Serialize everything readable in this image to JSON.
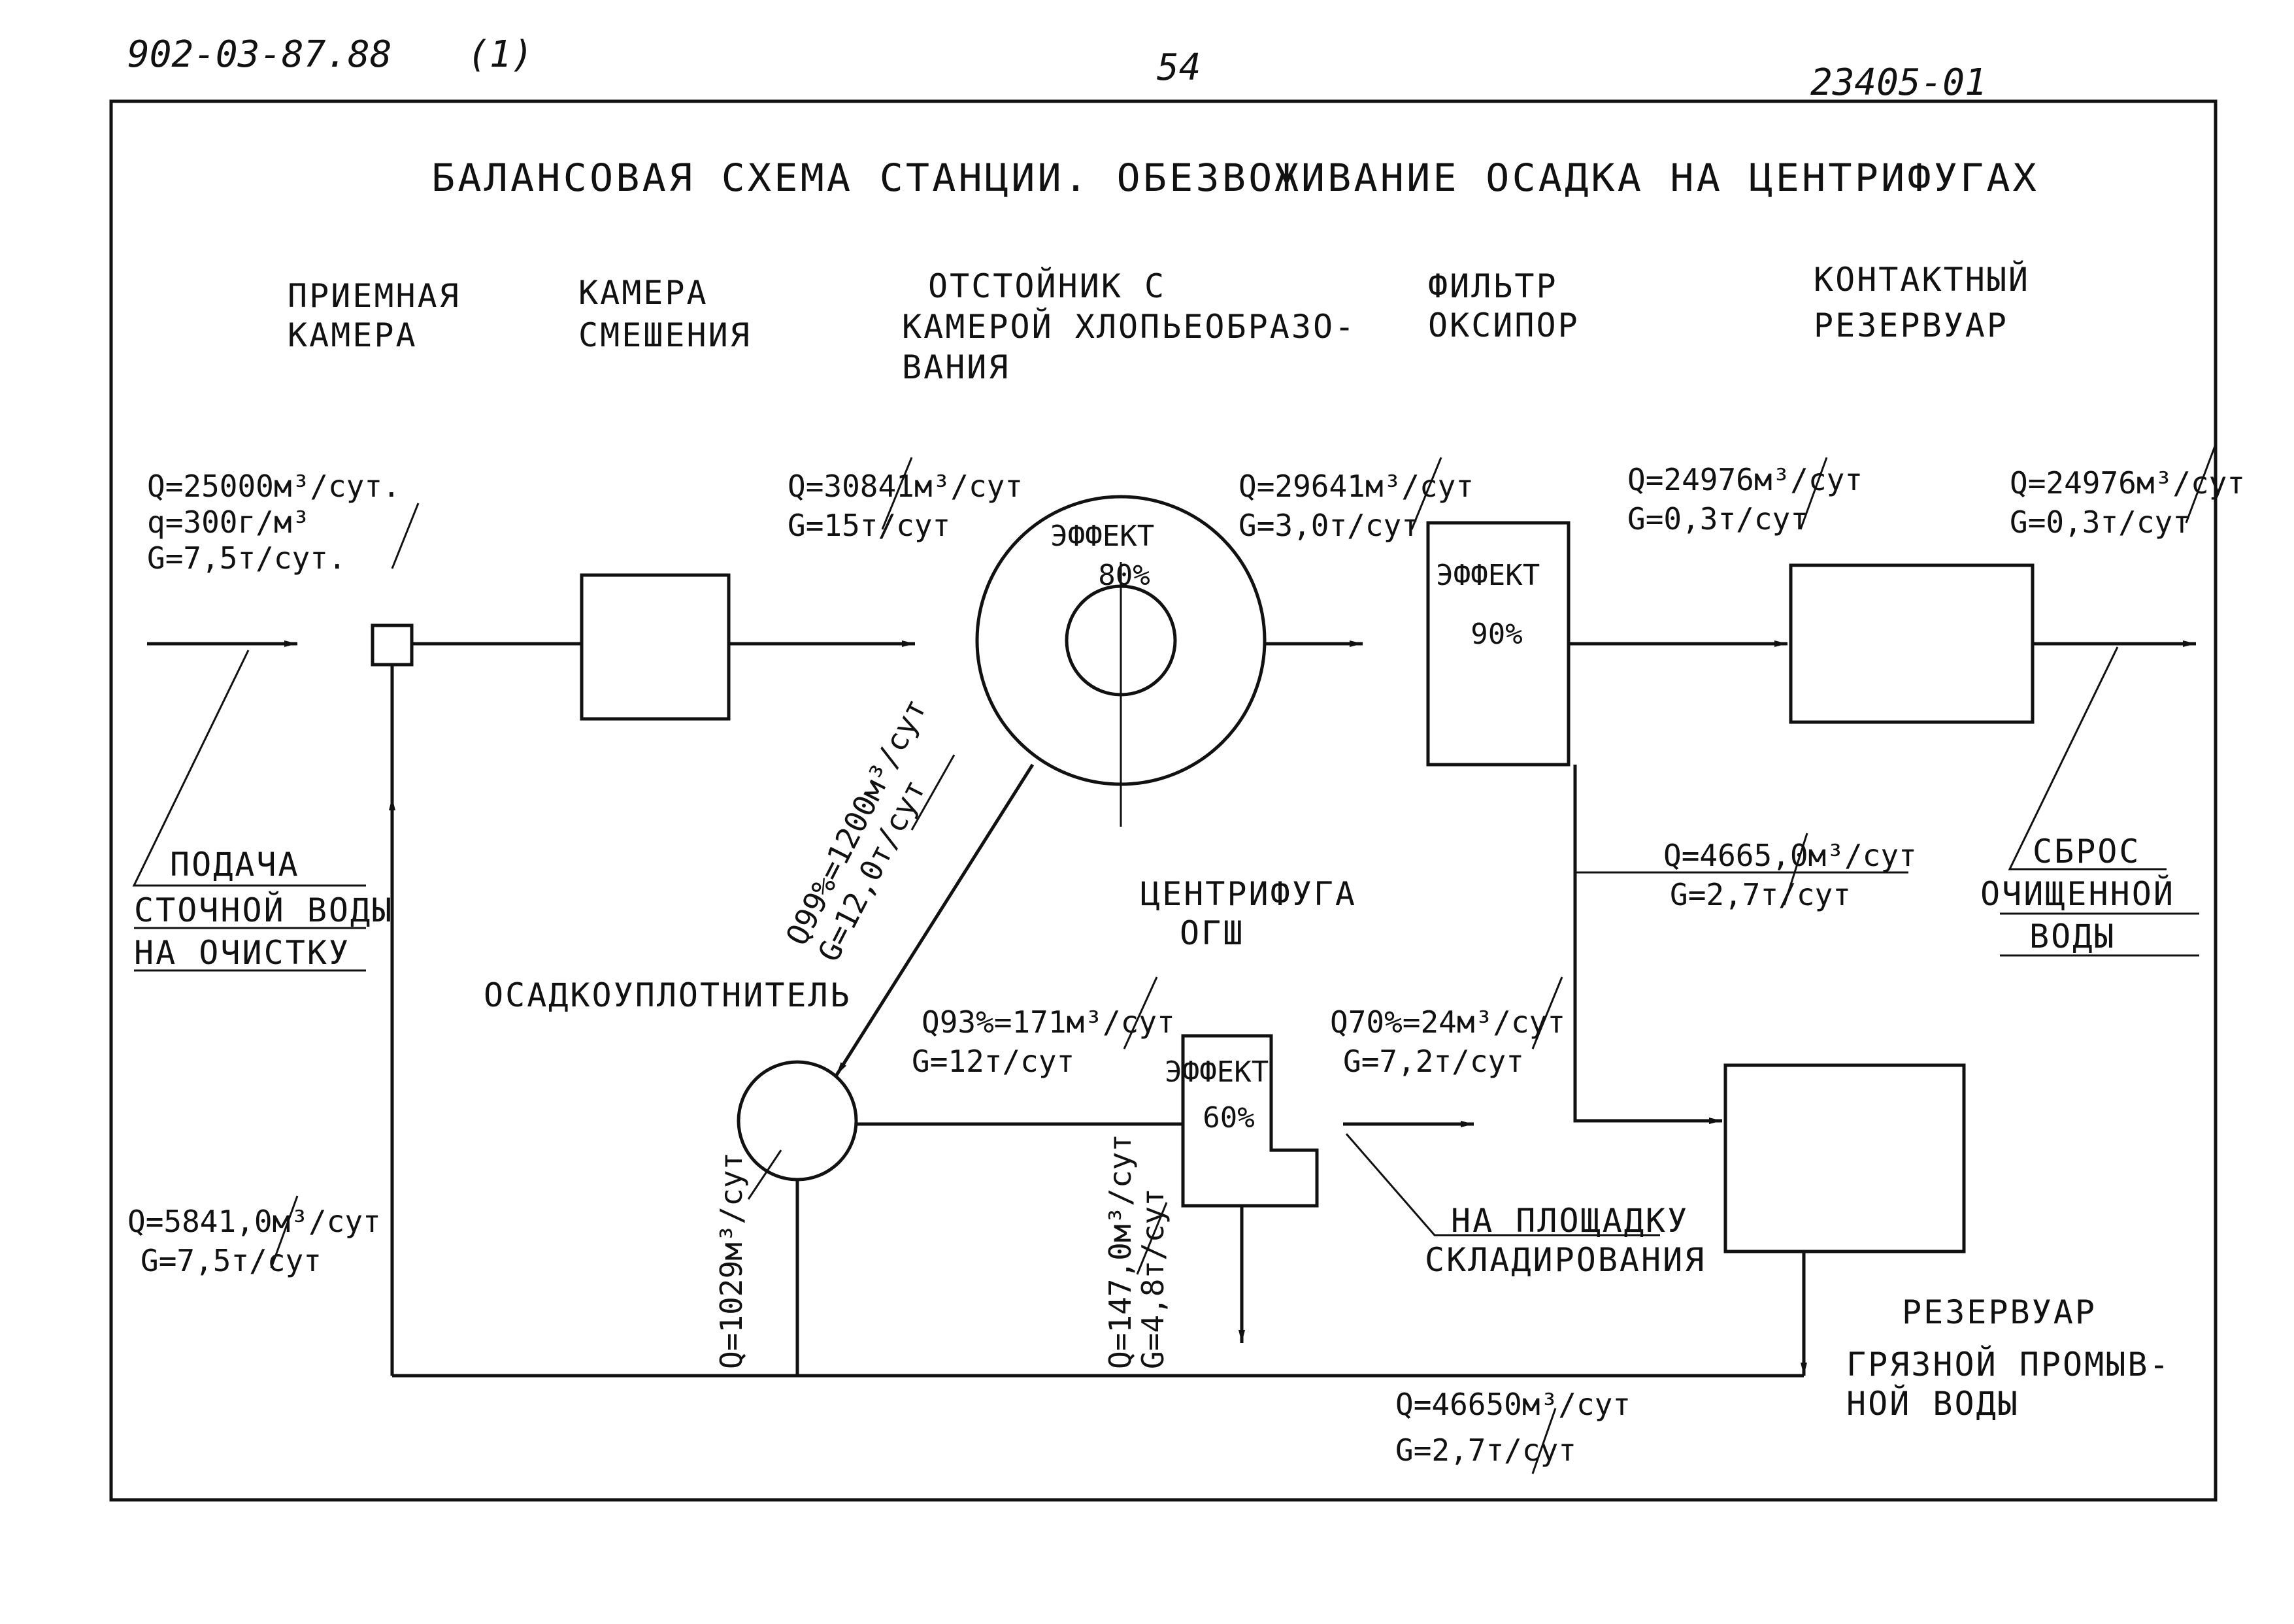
{
  "header": {
    "doc_number": "902-03-87.88",
    "sheet_part": "(1)",
    "page_number": "54",
    "archive_number": "23405-01"
  },
  "title": "БАЛАНСОВАЯ СХЕМА СТАНЦИИ.   ОБЕЗВОЖИВАНИЕ ОСАДКА НА ЦЕНТРИФУГАХ",
  "units": {
    "receiving_chamber": [
      "ПРИЕМНАЯ",
      "КАМЕРА"
    ],
    "mixing_chamber": [
      "КАМЕРА",
      "СМЕШЕНИЯ"
    ],
    "settler": [
      "ОТСТОЙНИК С",
      "КАМЕРОЙ ХЛОПЬЕОБРАЗО-",
      "ВАНИЯ"
    ],
    "oxypor_filter": [
      "ФИЛЬТР",
      "ОКСИПОР"
    ],
    "contact_reservoir": [
      "КОНТАКТНЫЙ",
      "РЕЗЕРВУАР"
    ],
    "centrifuge": [
      "ЦЕНТРИФУГА",
      "ОГШ"
    ],
    "sludge_thickener": [
      "ОСАДКОУПЛОТНИТЕЛЬ"
    ],
    "dirty_wash_reservoir": [
      "РЕЗЕРВУАР",
      "ГРЯЗНОЙ ПРОМЫВ-",
      "НОЙ ВОДЫ"
    ]
  },
  "effects": {
    "settler": [
      "ЭФФЕКТ",
      "80%"
    ],
    "filter": [
      "ЭФФЕКТ",
      "90%"
    ],
    "centrifuge": [
      "ЭФФЕКТ",
      "60%"
    ]
  },
  "flows": {
    "inlet": [
      "Q=25000м³/сут.",
      "q=300г/м³",
      "G=7,5т/сут."
    ],
    "to_settler": [
      "Q=30841м³/сут",
      "G=15т/сут"
    ],
    "to_filter": [
      "Q=29641м³/сут",
      "G=3,0т/сут"
    ],
    "to_reservoir": [
      "Q=24976м³/сут",
      "G=0,3т/сут"
    ],
    "outlet": [
      "Q=24976м³/сут",
      "G=0,3т/сут"
    ],
    "settler_sludge": [
      "Q99%=1200м³/сут",
      "G=12,0т/сут"
    ],
    "filter_wash": [
      "Q=4665,0м³/сут",
      "G=2,7т/сут"
    ],
    "to_centrifuge": [
      "Q93%=171м³/сут",
      "G=12т/сут"
    ],
    "cake": [
      "Q70%=24м³/сут",
      "G=7,2т/сут"
    ],
    "thickener_overflow": [
      "Q=1029м³/сут"
    ],
    "centrate": [
      "Q=147,0м³/сут",
      "G=4,8т/сут"
    ],
    "recycle": [
      "Q=5841,0м³/сут",
      "G=7,5т/сут"
    ],
    "wash_return": [
      "Q=46650м³/сут",
      "G=2,7т/сут"
    ]
  },
  "notes": {
    "inlet": [
      "ПОДАЧА",
      "СТОЧНОЙ ВОДЫ",
      "НА ОЧИСТКУ"
    ],
    "outlet": [
      "СБРОС",
      "ОЧИЩЕННОЙ",
      "ВОДЫ"
    ],
    "storage": [
      "НА ПЛОЩАДКУ",
      "СКЛАДИРОВАНИЯ"
    ]
  }
}
